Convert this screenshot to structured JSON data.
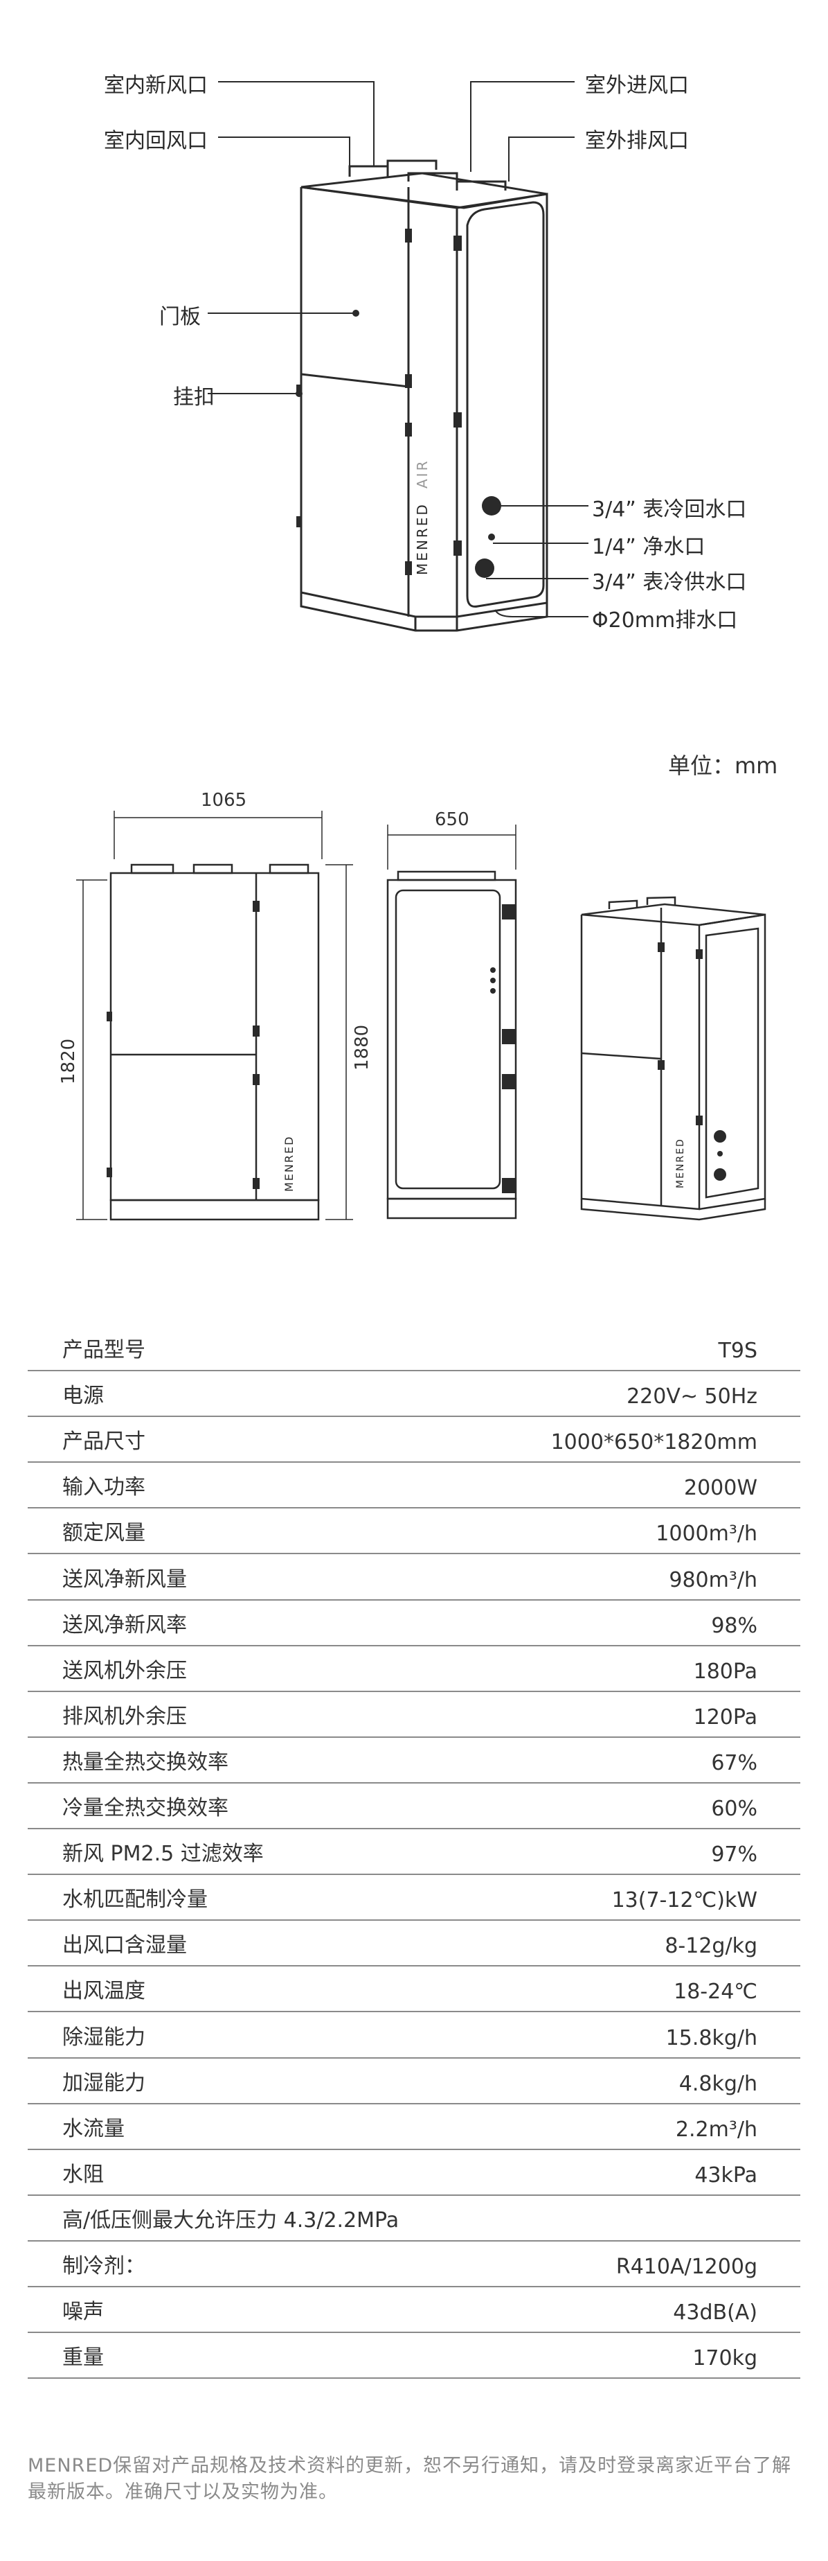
{
  "callouts": {
    "indoor_fresh_air": "室内新风口",
    "indoor_return_air": "室内回风口",
    "outdoor_intake": "室外进风口",
    "outdoor_exhaust": "室外排风口",
    "door_panel": "门板",
    "hook": "挂扣",
    "coil_return": "3/4” 表冷回水口",
    "clean_water": "1/4” 净水口",
    "coil_supply": "3/4” 表冷供水口",
    "drain": "Φ20mm排水口"
  },
  "brand_mark": "MENRED",
  "brand_sub": "AIR",
  "unit_label": "单位：mm",
  "dimensions": {
    "width": "1065",
    "depth": "650",
    "height": "1820",
    "total_height": "1880"
  },
  "specs": [
    {
      "label": "产品型号",
      "value": "T9S"
    },
    {
      "label": "电源",
      "value": "220V~ 50Hz"
    },
    {
      "label": "产品尺寸",
      "value": "1000*650*1820mm"
    },
    {
      "label": "输入功率",
      "value": "2000W"
    },
    {
      "label": "额定风量",
      "value": "1000m³/h"
    },
    {
      "label": "送风净新风量",
      "value": "980m³/h"
    },
    {
      "label": "送风净新风率",
      "value": "98%"
    },
    {
      "label": "送风机外余压",
      "value": "180Pa"
    },
    {
      "label": "排风机外余压",
      "value": "120Pa"
    },
    {
      "label": "热量全热交换效率",
      "value": "67%"
    },
    {
      "label": "冷量全热交换效率",
      "value": "60%"
    },
    {
      "label": "新风 PM2.5 过滤效率",
      "value": "97%"
    },
    {
      "label": "水机匹配制冷量",
      "value": "13(7-12℃)kW"
    },
    {
      "label": "出风口含湿量",
      "value": "8-12g/kg"
    },
    {
      "label": "出风温度",
      "value": "18-24℃"
    },
    {
      "label": "除湿能力",
      "value": "15.8kg/h"
    },
    {
      "label": "加湿能力",
      "value": "4.8kg/h"
    },
    {
      "label": "水流量",
      "value": "2.2m³/h"
    },
    {
      "label": "水阻",
      "value": "43kPa"
    },
    {
      "label": "高/低压侧最大允许压力  4.3/2.2MPa",
      "value": ""
    },
    {
      "label": "制冷剂：",
      "value": "R410A/1200g"
    },
    {
      "label": "噪声",
      "value": "43dB(A)"
    },
    {
      "label": "重量",
      "value": "170kg"
    }
  ],
  "disclaimer": "MENRED保留对产品规格及技术资料的更新，恕不另行通知，请及时登录离家近平台了解最新版本。准确尺寸以及实物为准。"
}
